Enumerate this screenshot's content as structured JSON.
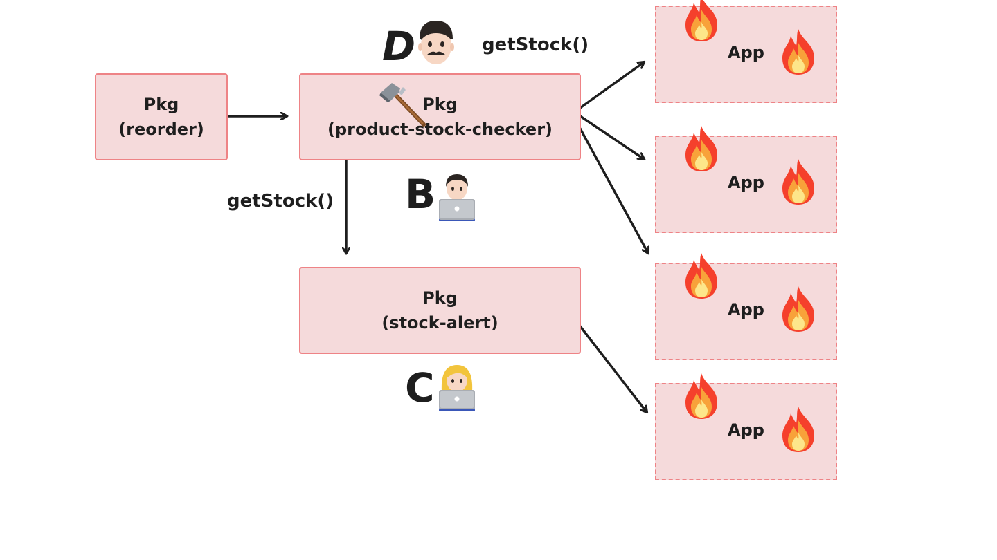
{
  "packages": {
    "reorder": {
      "title": "Pkg",
      "name": "(reorder)"
    },
    "checker": {
      "title": "Pkg",
      "name": "(product-stock-checker)"
    },
    "alert": {
      "title": "Pkg",
      "name": "(stock-alert)"
    }
  },
  "apps": [
    {
      "label": "App"
    },
    {
      "label": "App"
    },
    {
      "label": "App"
    },
    {
      "label": "App"
    }
  ],
  "calls": {
    "top": "getStock()",
    "left": "getStock()"
  },
  "developers": {
    "d": {
      "letter": "D",
      "icon": "mustache-man-icon"
    },
    "b": {
      "letter": "B",
      "icon": "man-technologist-icon"
    },
    "c": {
      "letter": "C",
      "icon": "woman-technologist-icon"
    }
  },
  "icons": {
    "tool": "hammer-icon",
    "broken_app": "fire-icon"
  },
  "colors": {
    "box_fill": "#f5dadb",
    "box_stroke": "#ee8386",
    "arrow": "#1e1e1e",
    "text": "#1e1e1e"
  }
}
